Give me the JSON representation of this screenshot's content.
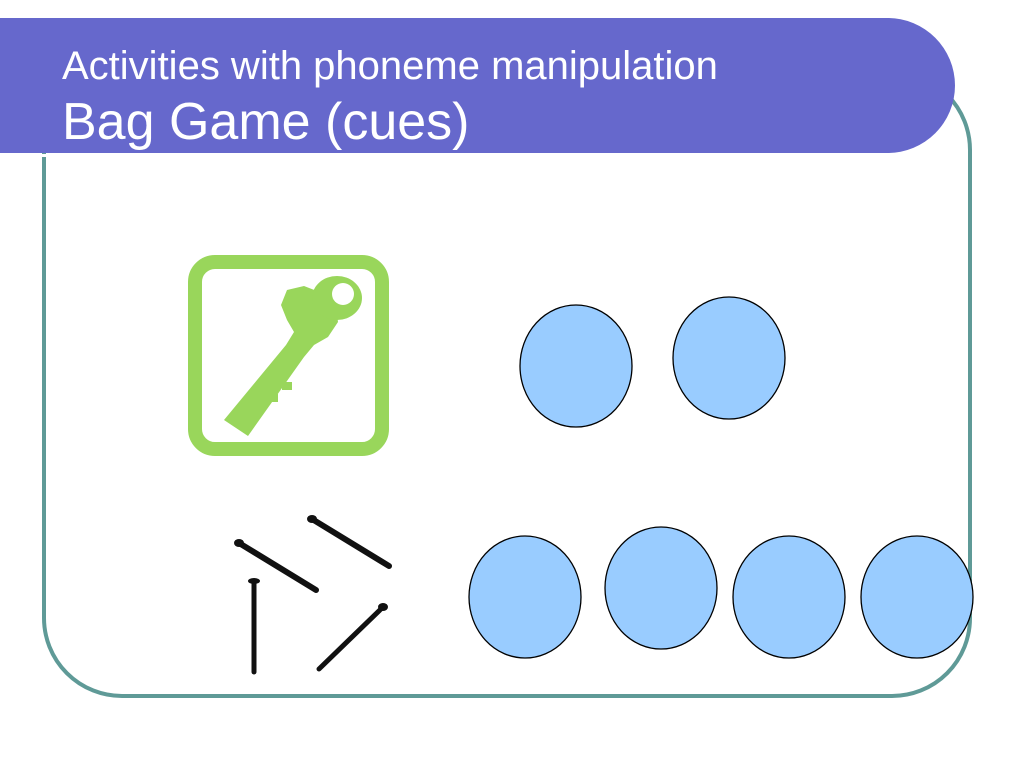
{
  "slide": {
    "title": "Activities with phoneme manipulation",
    "subtitle": "Bag Game (cues)"
  },
  "icons": {
    "key": "key-icon",
    "nails": "nails-icon"
  },
  "colors": {
    "banner": "#6668cc",
    "frame_border": "#5f9a97",
    "key_green": "#99d65b",
    "sound_circle_fill": "#99ccff"
  },
  "sound_boxes": {
    "key_word_sound_count": 2,
    "nails_word_sound_count": 4
  }
}
